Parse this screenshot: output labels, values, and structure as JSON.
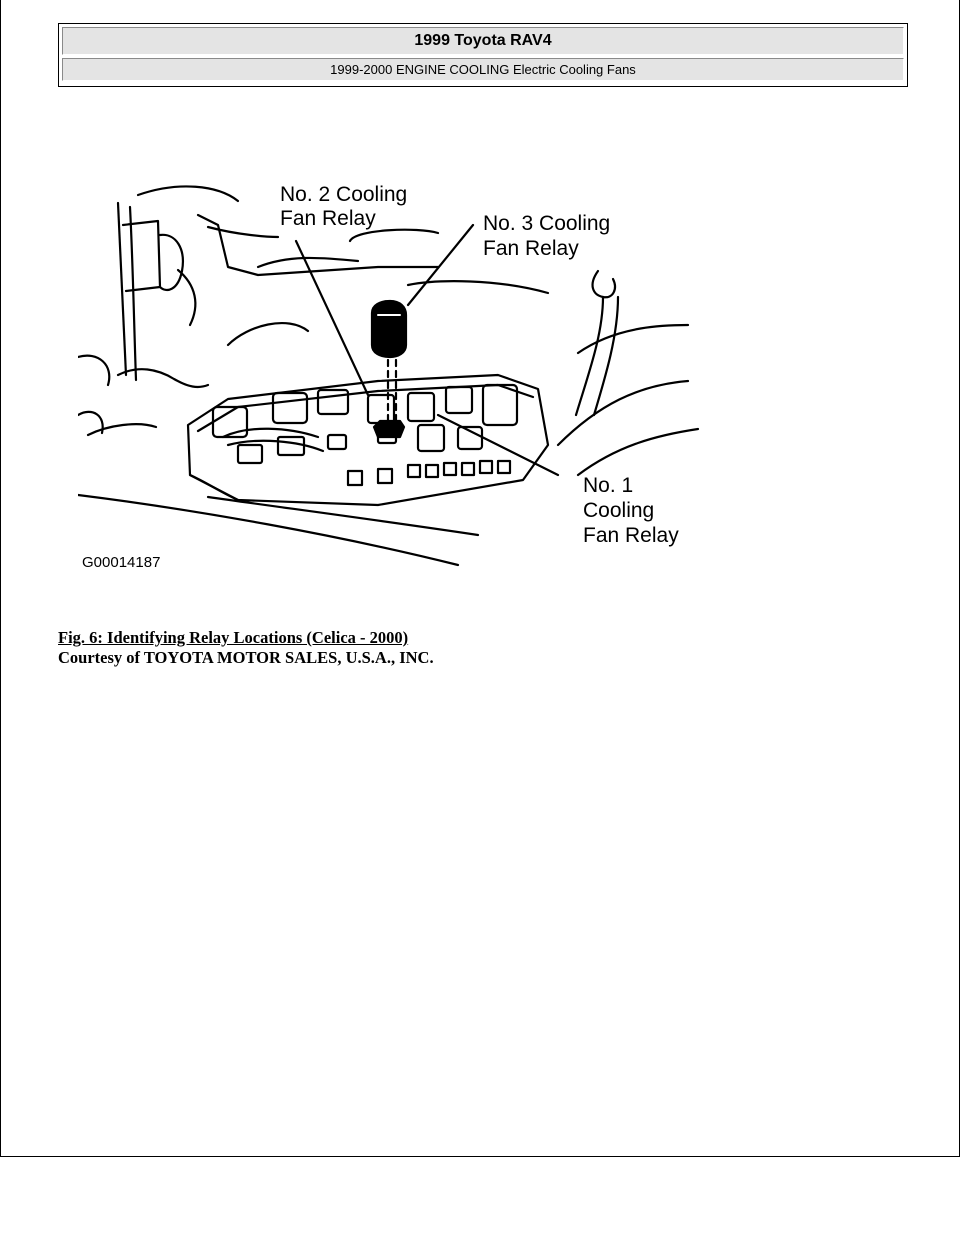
{
  "header": {
    "title": "1999 Toyota RAV4",
    "subtitle": "1999-2000 ENGINE COOLING Electric Cooling Fans"
  },
  "figure": {
    "callouts": {
      "relay2_line1": "No. 2 Cooling",
      "relay2_line2": "Fan Relay",
      "relay3_line1": "No. 3 Cooling",
      "relay3_line2": "Fan Relay",
      "relay1_line1": "No. 1",
      "relay1_line2": "Cooling",
      "relay1_line3": "Fan Relay"
    },
    "figure_id": "G00014187"
  },
  "caption": {
    "title": "Fig. 6: Identifying Relay Locations (Celica - 2000)",
    "courtesy": "Courtesy of TOYOTA MOTOR SALES, U.S.A., INC."
  }
}
